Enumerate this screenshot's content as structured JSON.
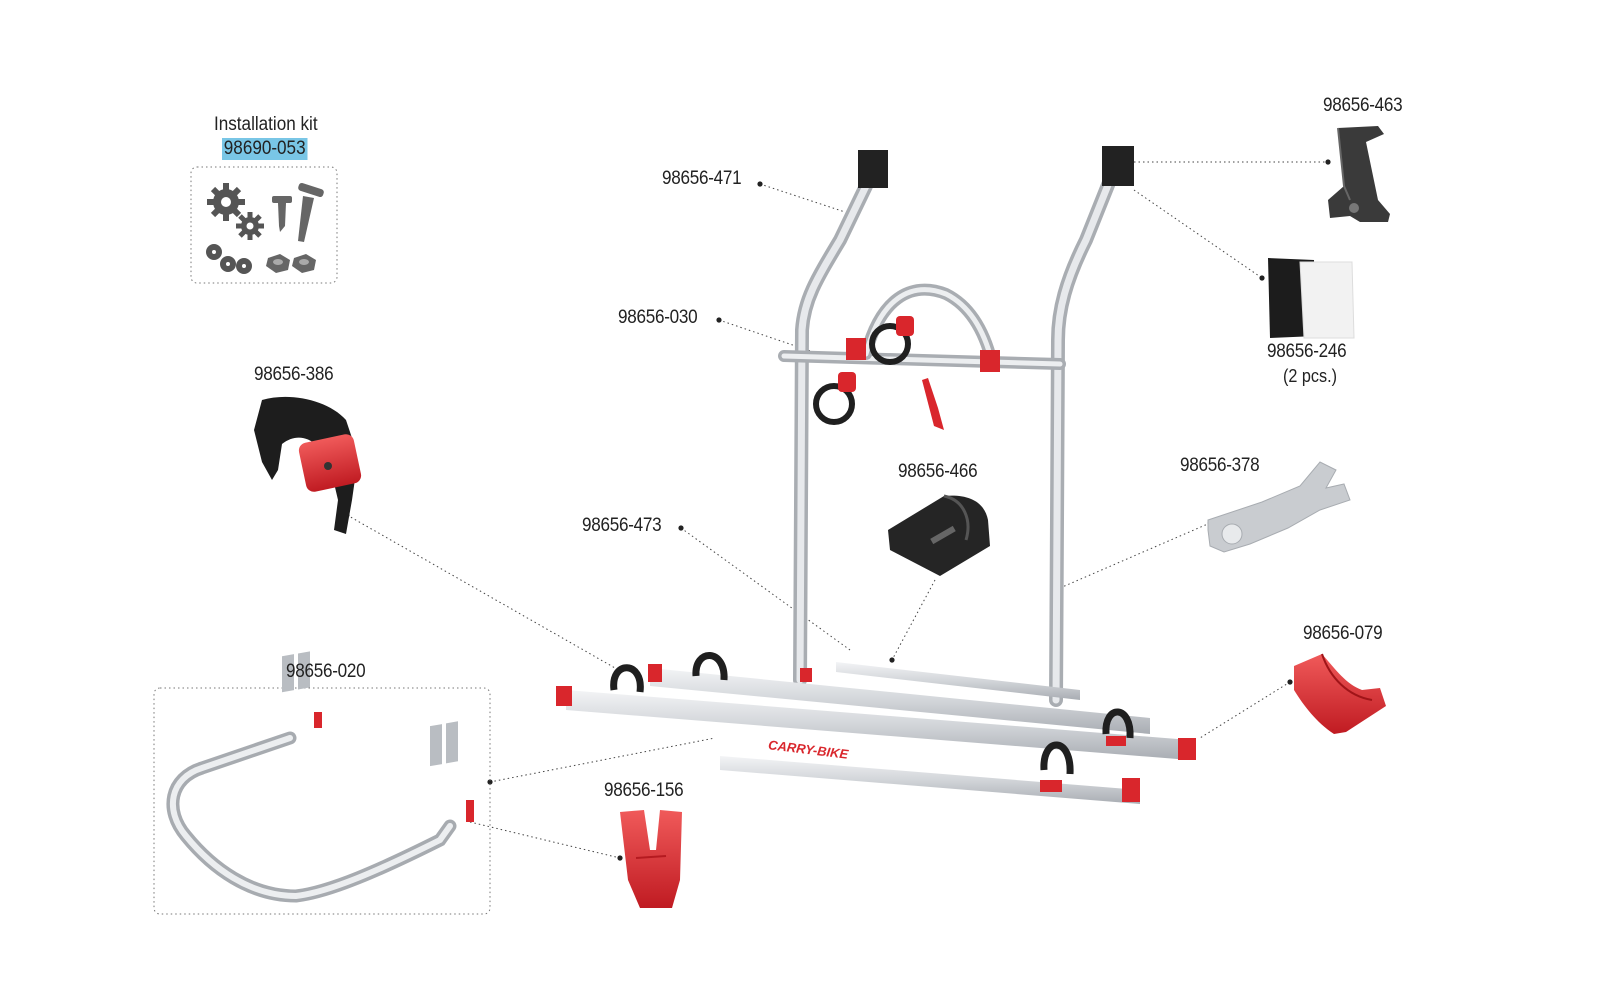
{
  "installation_kit": {
    "title": "Installation kit",
    "code": "98690-053"
  },
  "parts": [
    {
      "code": "98656-471"
    },
    {
      "code": "98656-463"
    },
    {
      "code": "98656-030"
    },
    {
      "code": "98656-246",
      "note": "(2 pcs.)"
    },
    {
      "code": "98656-386"
    },
    {
      "code": "98656-466"
    },
    {
      "code": "98656-378"
    },
    {
      "code": "98656-473"
    },
    {
      "code": "98656-079"
    },
    {
      "code": "98656-020"
    },
    {
      "code": "98656-156"
    }
  ],
  "rack_decal": "CARRY-BIKE",
  "colors": {
    "accent_red": "#d9262c",
    "highlight_blue": "#79c6e6",
    "aluminium": "#d6d9dd",
    "dark": "#1e1e1e"
  }
}
